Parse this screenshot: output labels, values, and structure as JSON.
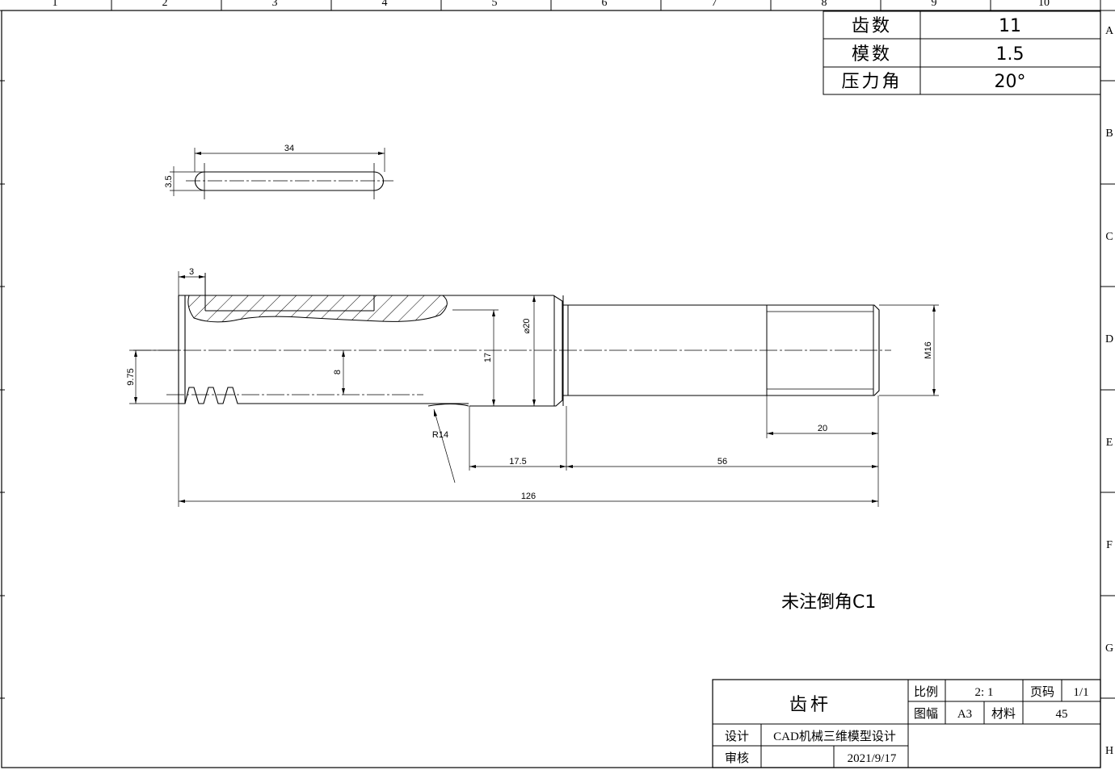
{
  "frame": {
    "columns": [
      "1",
      "2",
      "3",
      "4",
      "5",
      "6",
      "7",
      "8",
      "9",
      "10"
    ],
    "rows": [
      "A",
      "B",
      "C",
      "D",
      "E",
      "F",
      "G",
      "H"
    ]
  },
  "gear_table": {
    "rows": [
      {
        "label": "齿数",
        "value": "11"
      },
      {
        "label": "模数",
        "value": "1.5"
      },
      {
        "label": "压力角",
        "value": "20°"
      }
    ]
  },
  "dimensions": {
    "keyway_length": "34",
    "keyway_width": "3.5",
    "left_offset": "3",
    "dia_20": "⌀20",
    "dim_17": "17",
    "dim_8": "8",
    "dim_975": "9.75",
    "thread": "M16",
    "thread_len": "20",
    "radius": "R14",
    "len_175": "17.5",
    "len_56": "56",
    "total_len": "126"
  },
  "note": "未注倒角C1",
  "title_block": {
    "part_name": "齿杆",
    "scale_label": "比例",
    "scale_value": "2: 1",
    "page_label": "页码",
    "page_value": "1/1",
    "size_label": "图幅",
    "size_value": "A3",
    "material_label": "材料",
    "material_value": "45",
    "design_label": "设计",
    "design_value": "CAD机械三维模型设计",
    "review_label": "审核",
    "date": "2021/9/17"
  }
}
